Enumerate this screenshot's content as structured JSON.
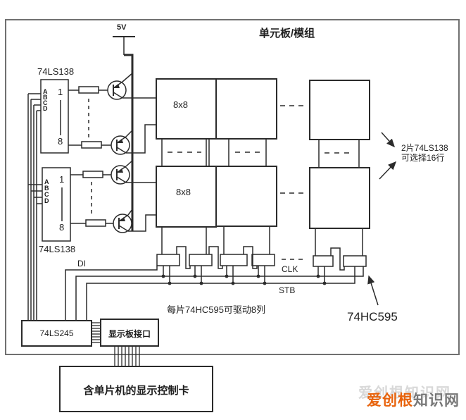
{
  "diagram": {
    "title": "单元板/模组",
    "power_label": "5V",
    "row_decoders": {
      "chip1_label": "74LS138",
      "chip2_label": "74LS138",
      "pins": [
        "A",
        "B",
        "C",
        "D"
      ],
      "output_first": "1",
      "output_last": "8"
    },
    "matrix_label": "8x8",
    "signals": {
      "di": "DI",
      "clk": "CLK",
      "stb": "STB"
    },
    "column_driver_label": "74HC595",
    "column_driver_note": "每片74HC595可驱动8列",
    "row_select_note_line1": "2片74LS138",
    "row_select_note_line2": "可选择16行",
    "buffer_label": "74LS245",
    "interface_label": "显示板接口",
    "controller_label": "含单片机的显示控制卡"
  },
  "watermark": {
    "orange": "爱创根",
    "gray": "知识网"
  },
  "colors": {
    "line": "#2b2b2b",
    "frame": "#707070",
    "watermark_orange": "#e8630c",
    "watermark_gray": "#787878"
  }
}
